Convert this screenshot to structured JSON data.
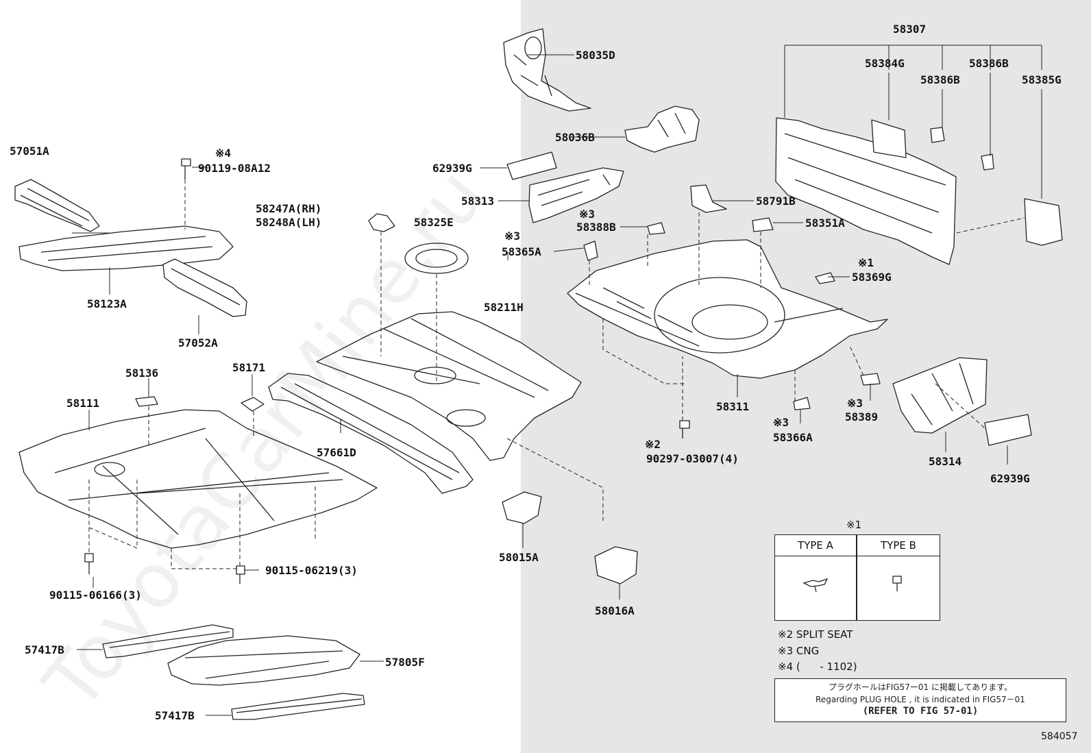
{
  "watermark": "ToyotaCarMine.ru",
  "figure_number": "584057",
  "callouts": [
    {
      "id": "57051a",
      "text": "57051A"
    },
    {
      "id": "mark4-top",
      "text": "※4"
    },
    {
      "id": "90119",
      "text": "90119-08A12"
    },
    {
      "id": "58123a",
      "text": "58123A"
    },
    {
      "id": "57052a",
      "text": "57052A"
    },
    {
      "id": "58247a",
      "text": "58247A(RH)"
    },
    {
      "id": "58248a",
      "text": "58248A(LH)"
    },
    {
      "id": "58325e",
      "text": "58325E"
    },
    {
      "id": "58035d",
      "text": "58035D"
    },
    {
      "id": "58036b",
      "text": "58036B"
    },
    {
      "id": "62939g-a",
      "text": "62939G"
    },
    {
      "id": "58313",
      "text": "58313"
    },
    {
      "id": "mark3-a",
      "text": "※3"
    },
    {
      "id": "58388b",
      "text": "58388B"
    },
    {
      "id": "mark3-b",
      "text": "※3"
    },
    {
      "id": "58365a",
      "text": "58365A"
    },
    {
      "id": "58791b",
      "text": "58791B"
    },
    {
      "id": "58351a",
      "text": "58351A"
    },
    {
      "id": "mark1-a",
      "text": "※1"
    },
    {
      "id": "58369g",
      "text": "58369G"
    },
    {
      "id": "58307",
      "text": "58307"
    },
    {
      "id": "58384g",
      "text": "58384G"
    },
    {
      "id": "58386b-a",
      "text": "58386B"
    },
    {
      "id": "58386b-b",
      "text": "58386B"
    },
    {
      "id": "58385g",
      "text": "58385G"
    },
    {
      "id": "58211h",
      "text": "58211H"
    },
    {
      "id": "58136",
      "text": "58136"
    },
    {
      "id": "58171",
      "text": "58171"
    },
    {
      "id": "58111",
      "text": "58111"
    },
    {
      "id": "57661d",
      "text": "57661D"
    },
    {
      "id": "58311",
      "text": "58311"
    },
    {
      "id": "mark3-c",
      "text": "※3"
    },
    {
      "id": "58389",
      "text": "58389"
    },
    {
      "id": "mark3-d",
      "text": "※3"
    },
    {
      "id": "58366a",
      "text": "58366A"
    },
    {
      "id": "mark2",
      "text": "※2"
    },
    {
      "id": "90297",
      "text": "90297-03007(4)"
    },
    {
      "id": "58314",
      "text": "58314"
    },
    {
      "id": "62939g-b",
      "text": "62939G"
    },
    {
      "id": "58015a",
      "text": "58015A"
    },
    {
      "id": "58016a",
      "text": "58016A"
    },
    {
      "id": "90115-06166",
      "text": "90115-06166(3)"
    },
    {
      "id": "90115-06219",
      "text": "90115-06219(3)"
    },
    {
      "id": "57417b-a",
      "text": "57417B"
    },
    {
      "id": "57805f",
      "text": "57805F"
    },
    {
      "id": "57417b-b",
      "text": "57417B"
    }
  ],
  "legend": {
    "mark": "※1",
    "type_a": "TYPE A",
    "type_b": "TYPE B"
  },
  "notes": [
    {
      "mark": "※2",
      "text": "SPLIT SEAT"
    },
    {
      "mark": "※3",
      "text": "CNG"
    },
    {
      "mark": "※4",
      "text": "(      - 1102)"
    }
  ],
  "reference": {
    "japanese": "プラグホールはFIG57ー01 に掲載してあります。",
    "english": "Regarding  PLUG HOLE , it is indicated in  FIG57－01",
    "refer": "(REFER TO FIG 57-01)"
  }
}
